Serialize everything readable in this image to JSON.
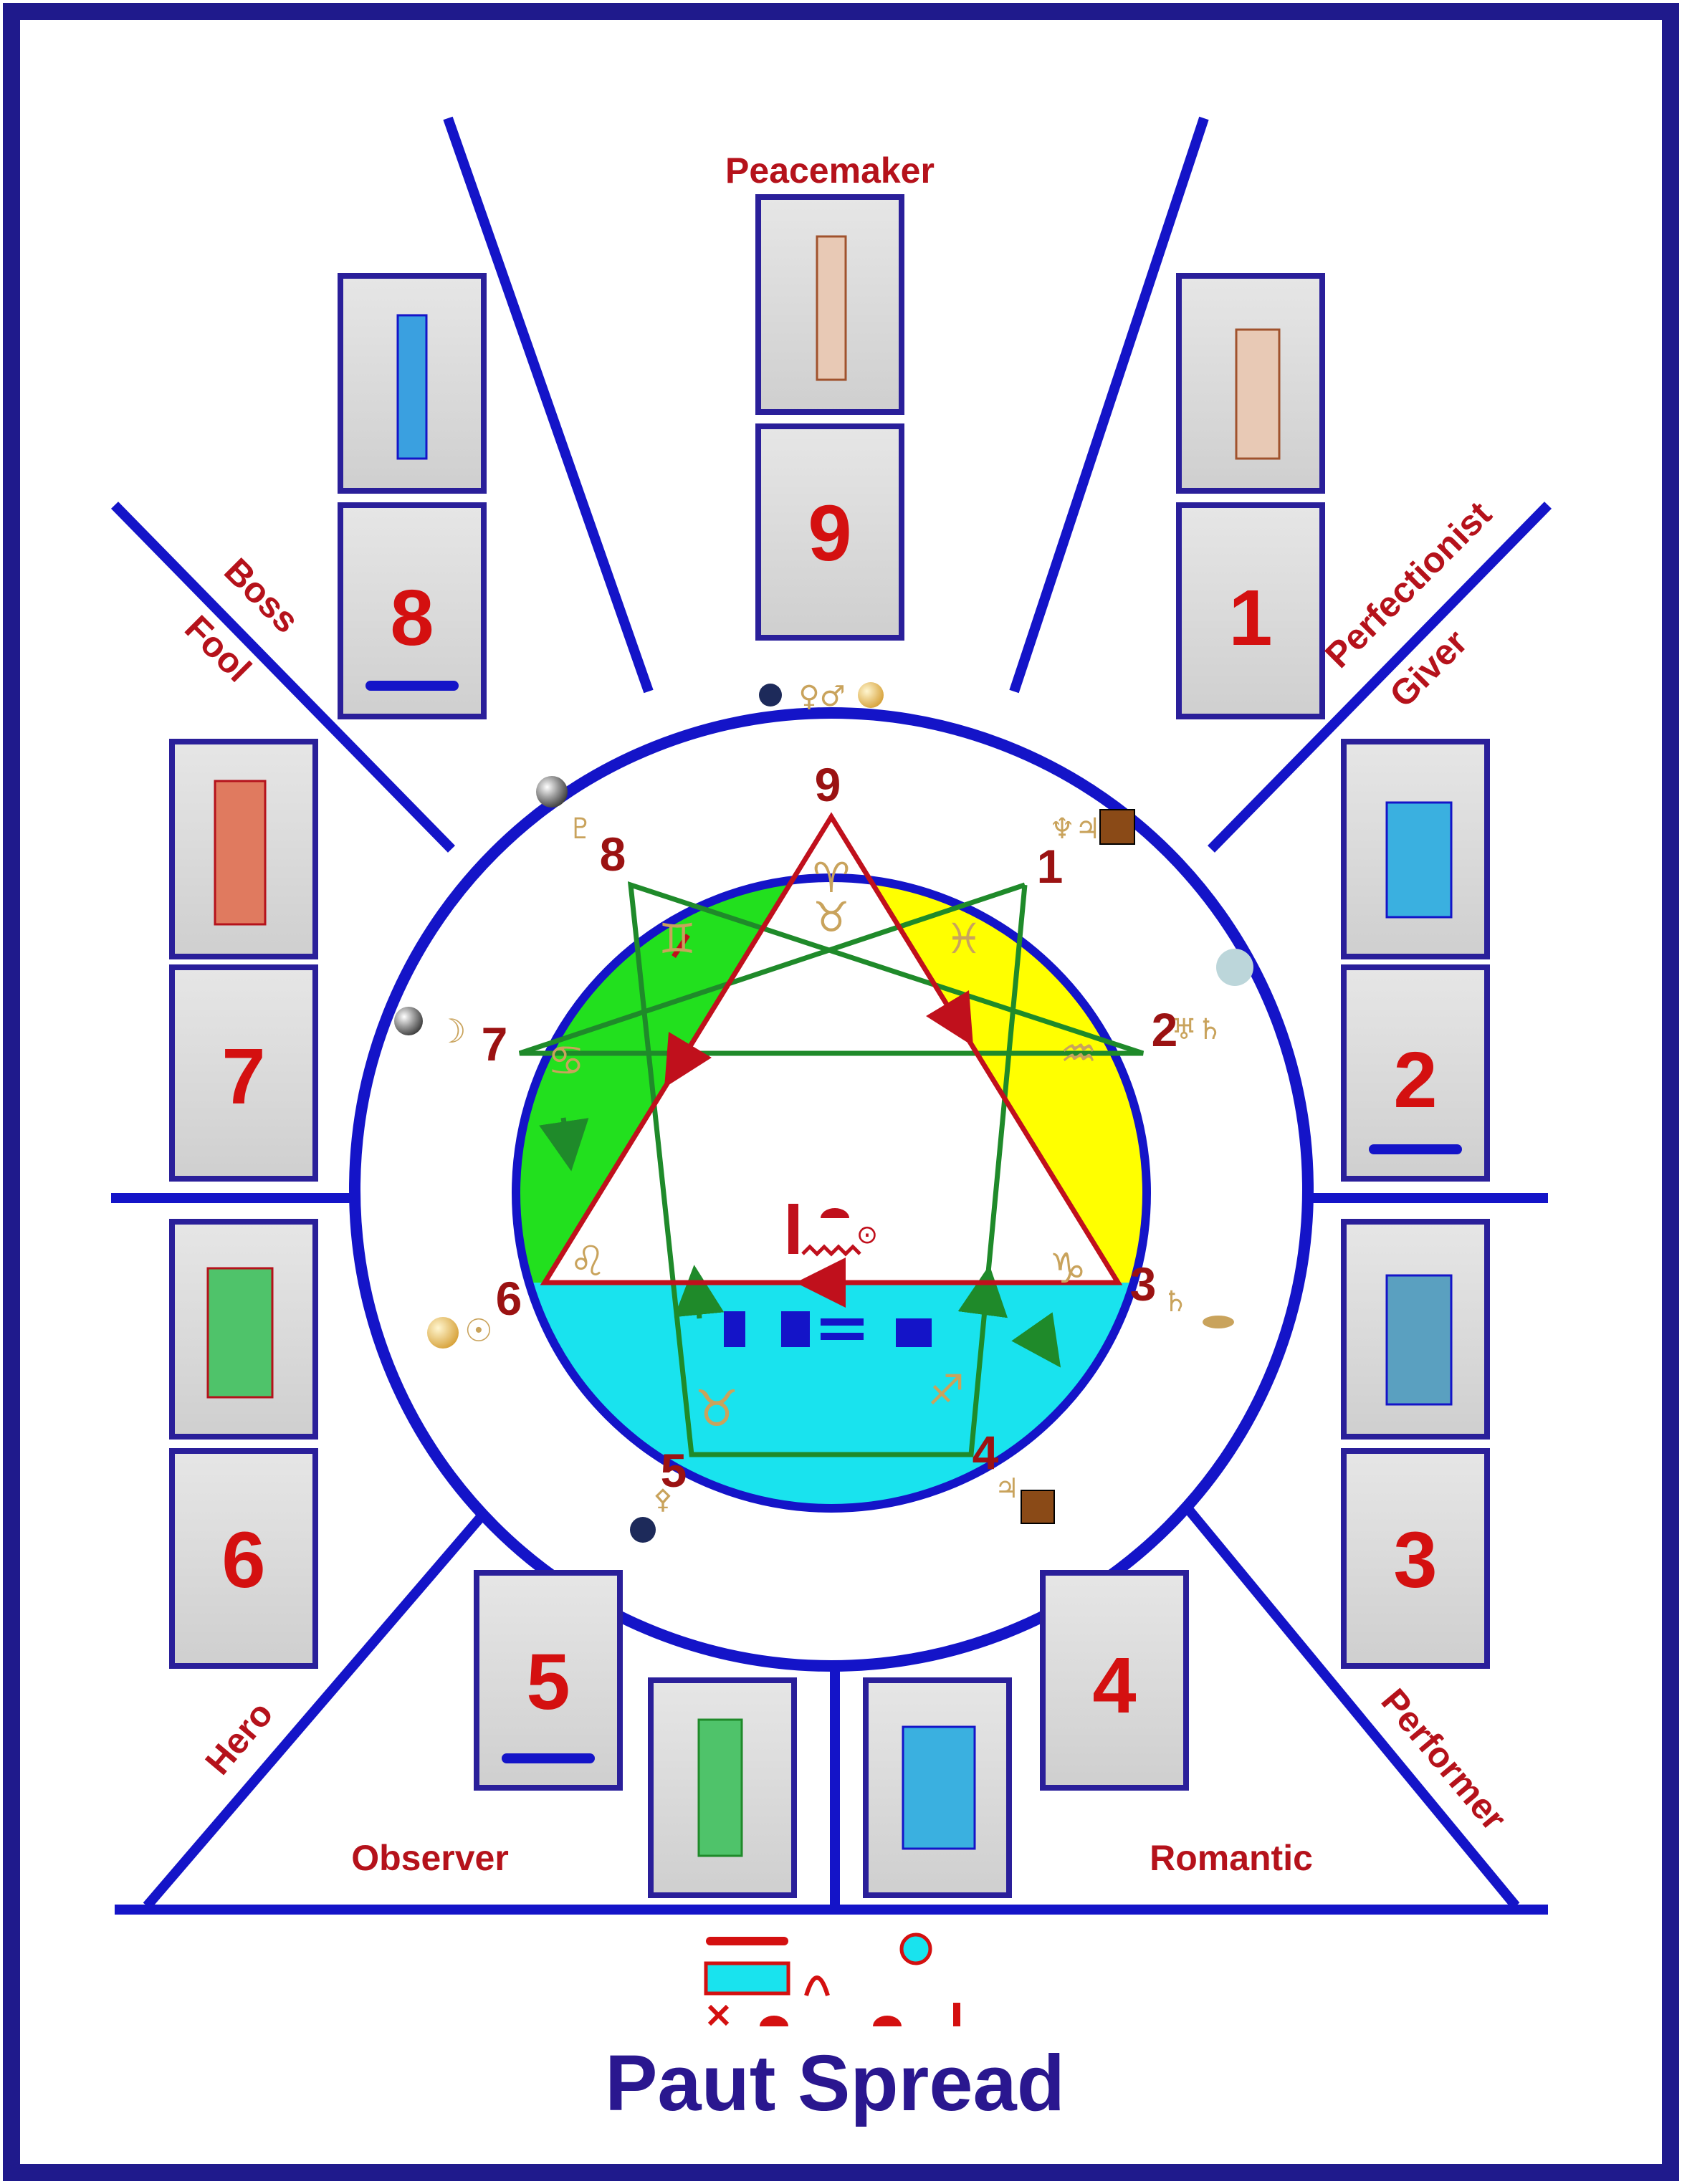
{
  "title": "Paut Spread",
  "colors": {
    "frame": "#1f1a8c",
    "spoke": "#1414c8",
    "card_border": "#2a1f9a",
    "card_fill": "#d9d9d9",
    "label": "#b5121b",
    "number": "#d41010",
    "ring_number": "#9b1212",
    "green_sector": "#22e01e",
    "yellow_sector": "#ffff00",
    "cyan_sector": "#19e3ee",
    "triangle": "#c0101c",
    "hexad": "#1f8a2a",
    "title": "#2a178f"
  },
  "labels": {
    "peacemaker": "Peacemaker",
    "perfectionist": "Perfectionist",
    "giver": "Giver",
    "boss": "Boss",
    "fool": "Fool",
    "hero": "Hero",
    "performer": "Performer",
    "observer": "Observer",
    "romantic": "Romantic"
  },
  "cards": {
    "c1": "1",
    "c2": "2",
    "c3": "3",
    "c4": "4",
    "c5": "5",
    "c6": "6",
    "c7": "7",
    "c8": "8",
    "c9": "9"
  },
  "ring_numbers": {
    "n1": "1",
    "n2": "2",
    "n3": "3",
    "n4": "4",
    "n5": "5",
    "n6": "6",
    "n7": "7",
    "n8": "8",
    "n9": "9"
  },
  "zodiac": {
    "aries": "♈",
    "taurus_top": "♉",
    "pisces": "♓",
    "aquarius": "♒",
    "capricorn": "♑",
    "sagittarius": "♐",
    "taurus": "♉",
    "cancer": "♋",
    "gemini": "♊",
    "leo": "♌"
  },
  "ring_glyphs": {
    "top": "♀♂",
    "g1": "♆♃",
    "g2": "♅♄",
    "g3": "♄",
    "g4": "♃",
    "g5": "⚴",
    "g6": "☉",
    "g7": "☽",
    "g8": "♇"
  },
  "hieroglyph_center": "⊙"
}
